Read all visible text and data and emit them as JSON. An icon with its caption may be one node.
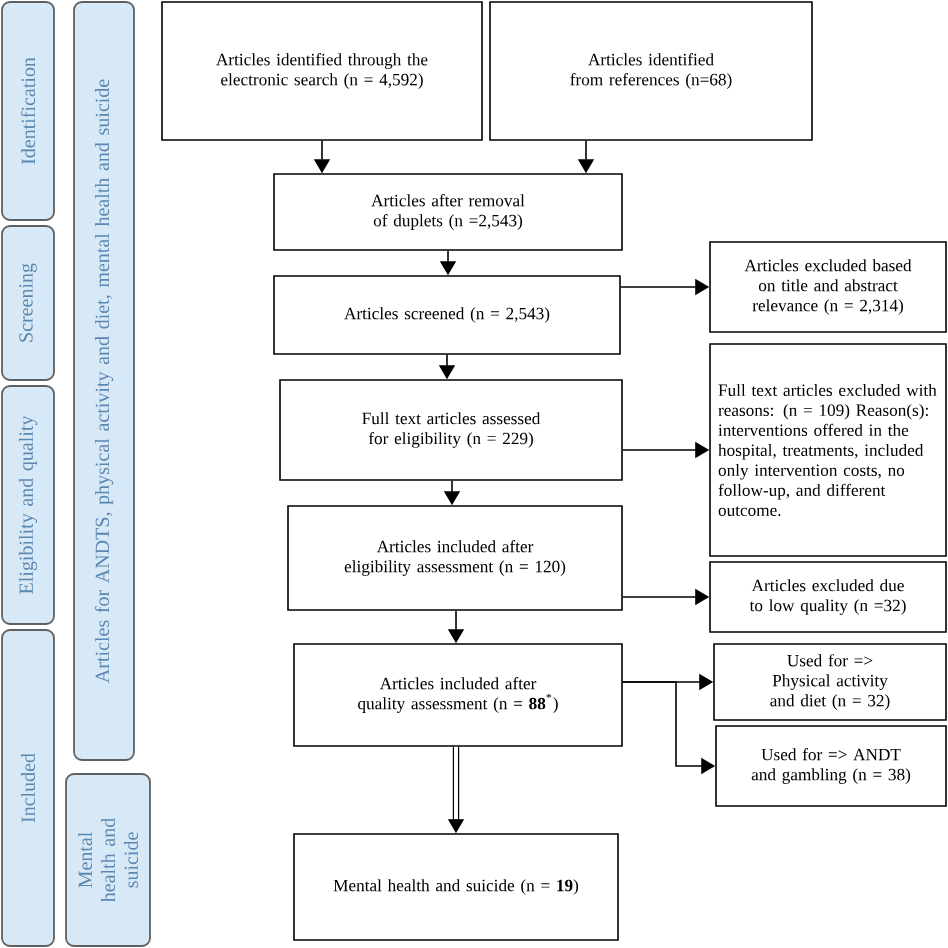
{
  "diagram": {
    "nodes": [
      {
        "text": [
          "Articles identified through the electronic search (n = 4,592)"
        ]
      },
      {
        "text": [
          "Articles identified from references (n=68)"
        ]
      },
      {
        "text": [
          "Articles after removal of duplets (n =2,543)"
        ]
      },
      {
        "text": [
          "Articles screened (n = 2,543)"
        ]
      },
      {
        "text": [
          "Full text articles assessed for eligibility (n = 229)"
        ]
      },
      {
        "text": [
          "Articles included after eligibility assessment (n = 120)"
        ]
      },
      {
        "text": [
          "Articles included after quality assessment (n = **88**$^{*}$)"
        ]
      },
      {
        "text": [
          "Mental health and suicide (n = **19**)"
        ]
      },
      {
        "text": [
          "Articles excluded based on title and abstract relevance (n = 2,314)"
        ]
      },
      {
        "text": [
          "Full text articles excluded with reasons: (n = 109) Reason(s): interventions offered in the hospital, treatments, included only intervention costs, no follow-up, and different outcome."
        ]
      },
      {
        "text": [
          "Articles excluded due to low quality (n =32)"
        ]
      },
      {
        "text": [
          "Used for => Physical activity and diet (n = 32)"
        ]
      },
      {
        "text": [
          "Used for => ANDT and gambling (n = 38)"
        ]
      },
      {
        "text": [
          "Identification"
        ]
      },
      {
        "text": [
          "Screening"
        ]
      },
      {
        "text": [
          "Eligibility and quality"
        ]
      },
      {
        "text": [
          "Included"
        ]
      },
      {
        "text": [
          "Articles for ANDTS, physical activity and diet, mental health and suicide"
        ]
      },
      {
        "text": [
          "Mental health and suicide"
        ]
      }
    ],
    "edges": [
      {
        "from": 0,
        "to": 2,
        "arrow": "to"
      },
      {
        "from": 1,
        "to": 2,
        "arrow": "to"
      },
      {
        "from": 2,
        "to": 3,
        "arrow": "to"
      },
      {
        "from": 3,
        "to": 8,
        "arrow": "to"
      },
      {
        "from": 3,
        "to": 4,
        "arrow": "to"
      },
      {
        "from": 4,
        "to": 9,
        "arrow": "to"
      },
      {
        "from": 4,
        "to": 5,
        "arrow": "to"
      },
      {
        "from": 5,
        "to": 10,
        "arrow": "to"
      },
      {
        "from": 5,
        "to": 6,
        "arrow": "to"
      },
      {
        "from": 6,
        "to": 11,
        "arrow": "to"
      },
      {
        "from": 6,
        "to": 12,
        "arrow": "to"
      },
      {
        "from": 6,
        "to": 7,
        "arrow": "to",
        "style": "thick"
      }
    ]
  }
}
